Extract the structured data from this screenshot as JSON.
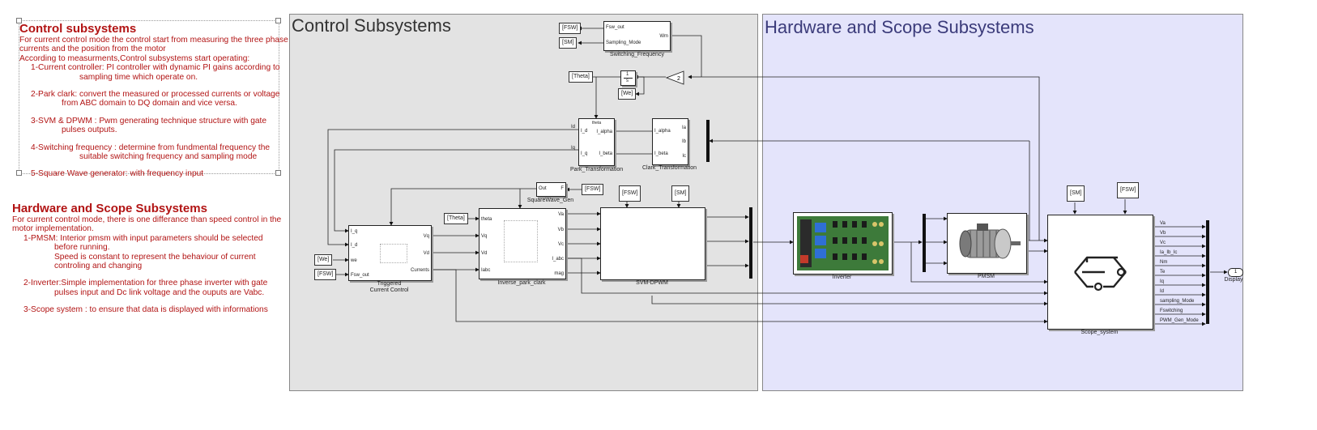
{
  "notes": {
    "control": {
      "title": "Control subsystems",
      "lines": [
        {
          "text": "For current control mode the control start from measuring the three phase",
          "indent": 0
        },
        {
          "text": "currents and the position from the motor",
          "indent": 0
        },
        {
          "text": "According to measurments,Control subsystems start operating:",
          "indent": 0
        },
        {
          "text": "1-Current controller: PI controller with dynamic PI gains according to",
          "indent": 1
        },
        {
          "text": "sampling time which operate on.",
          "indent": 3
        },
        {
          "text": "",
          "indent": 0
        },
        {
          "text": "2-Park clark: convert the measured or processed currents or voltage",
          "indent": 1
        },
        {
          "text": "from ABC domain to DQ domain and vice versa.",
          "indent": 2
        },
        {
          "text": "",
          "indent": 0
        },
        {
          "text": "3-SVM & DPWM : Pwm generating technique structure with gate",
          "indent": 1
        },
        {
          "text": "pulses outputs.",
          "indent": 2
        },
        {
          "text": "",
          "indent": 0
        },
        {
          "text": "4-Switching frequency : determine from fundmental frequency the",
          "indent": 1
        },
        {
          "text": "suitable switching frequency and sampling mode",
          "indent": 3
        },
        {
          "text": "",
          "indent": 0
        },
        {
          "text": "5-Square Wave generator: with frequency input",
          "indent": 1
        }
      ]
    },
    "hardware": {
      "title": "Hardware and Scope Subsystems",
      "lines": [
        {
          "text": "For current control mode, there is one differance than speed control in the",
          "indent": 0
        },
        {
          "text": "motor implementation.",
          "indent": 0
        },
        {
          "text": "1-PMSM: Interior pmsm with input parameters should be selected",
          "indent": 1
        },
        {
          "text": "before running.",
          "indent": 2
        },
        {
          "text": "Speed is constant to represent the behaviour of current",
          "indent": 2
        },
        {
          "text": "controling and changing",
          "indent": 2
        },
        {
          "text": "",
          "indent": 0
        },
        {
          "text": "2-Inverter:Simple implementation for three phase inverter with gate",
          "indent": 1
        },
        {
          "text": "pulses input and Dc link voltage and the ouputs are Vabc.",
          "indent": 2
        },
        {
          "text": "",
          "indent": 0
        },
        {
          "text": "3-Scope system : to ensure that data is displayed with informations",
          "indent": 1
        }
      ]
    }
  },
  "areas": {
    "control": {
      "title": "Control Subsystems",
      "color": "#e3e3e3"
    },
    "hardware": {
      "title": "Hardware and Scope Subsystems",
      "color": "#e4e4fb",
      "title_color": "#3b3b7a"
    }
  },
  "blocks": {
    "switching_frequency": {
      "name": "Switching_Frequency",
      "ports": {
        "fsw_out": "Fsw_out",
        "sampling_mode": "Sampling_Mode",
        "wm": "Wm"
      }
    },
    "gain": {
      "value": "2"
    },
    "integrator": {
      "num": "1",
      "den": "s"
    },
    "park": {
      "name": "Park_Transformation",
      "ports": {
        "id": "I_d",
        "iq": "I_q",
        "theta": "theta",
        "ialpha": "I_alpha",
        "ibeta": "I_beta"
      }
    },
    "clark": {
      "name": "Clark_Transformation",
      "ports": {
        "ialpha": "I_alpha",
        "ibeta": "I_beta",
        "ia": "Ia",
        "ib": "Ib",
        "ic": "Ic"
      }
    },
    "square_wave": {
      "name": "SquareWave_Gen",
      "ports": {
        "out": "Out",
        "f": "F"
      }
    },
    "current_control": {
      "name_line1": "Triggered",
      "name_line2": "Current Control",
      "ports": {
        "iq": "I_q",
        "id": "I_d",
        "we": "we",
        "fsw": "Fsw_out",
        "vq": "Vq",
        "vd": "Vd",
        "currents": "Currents"
      }
    },
    "inverse_park": {
      "name": "Inverse_park_clark",
      "ports": {
        "theta": "theta",
        "vq": "Vq",
        "vd": "Vd",
        "iabc": "Iabc",
        "va": "Va",
        "vb": "Vb",
        "vc": "Vc",
        "i_abc": "I_abc",
        "mag": "mag"
      }
    },
    "svm": {
      "name": "SVM-DPWM"
    },
    "inverter": {
      "name": "Inverter"
    },
    "pmsm": {
      "name": "PMSM"
    },
    "scope": {
      "name": "Scope_system"
    },
    "display": {
      "value": "1",
      "name": "Display"
    }
  },
  "line_labels": {
    "id": "Id",
    "iq": "Iq"
  },
  "goto_tags": {
    "fsw_top": "[FSW]",
    "sm_top": "[SM]",
    "theta_goto": "[Theta]",
    "we_goto": "[We]",
    "we_from": "[We]",
    "fsw_from": "[FSW]",
    "theta_from": "[Theta]",
    "fsw_sq": "[FSW]",
    "fsw_svm": "[FSW]",
    "sm_svm": "[SM]",
    "sm_scope": "[SM]",
    "fsw_scope": "[FSW]"
  },
  "scope_outputs": [
    "Va",
    "Vb",
    "Vc",
    "Ia_Ib_Ic",
    "Nm",
    "Te",
    "Iq",
    "Id",
    "sampling_Mode",
    "Fswitching",
    "PWM_Gen_Mode"
  ]
}
